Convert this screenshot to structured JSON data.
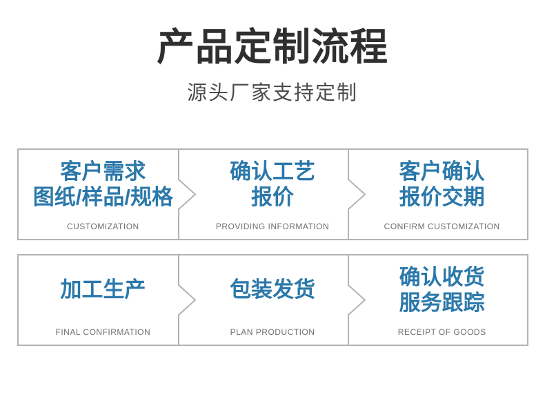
{
  "header": {
    "title": "产品定制流程",
    "subtitle": "源头厂家支持定制"
  },
  "colors": {
    "accent_blue": "#2b78aa",
    "title_dark": "#2f2f2f",
    "subtitle_gray": "#4c4c4c",
    "label_gray": "#6f6f6f",
    "border_gray": "#b3b3b3",
    "background": "#ffffff"
  },
  "process": {
    "rows": [
      {
        "steps": [
          {
            "lines": [
              "客户需求",
              "图纸/样品/规格"
            ],
            "en": "CUSTOMIZATION"
          },
          {
            "lines": [
              "确认工艺",
              "报价"
            ],
            "en": "PROVIDING INFORMATION"
          },
          {
            "lines": [
              "客户确认",
              "报价交期"
            ],
            "en": "CONFIRM CUSTOMIZATION"
          }
        ]
      },
      {
        "steps": [
          {
            "lines": [
              "加工生产"
            ],
            "en": "FINAL CONFIRMATION"
          },
          {
            "lines": [
              "包装发货"
            ],
            "en": "PLAN PRODUCTION"
          },
          {
            "lines": [
              "确认收货",
              "服务跟踪"
            ],
            "en": "RECEIPT OF GOODS"
          }
        ]
      }
    ]
  }
}
